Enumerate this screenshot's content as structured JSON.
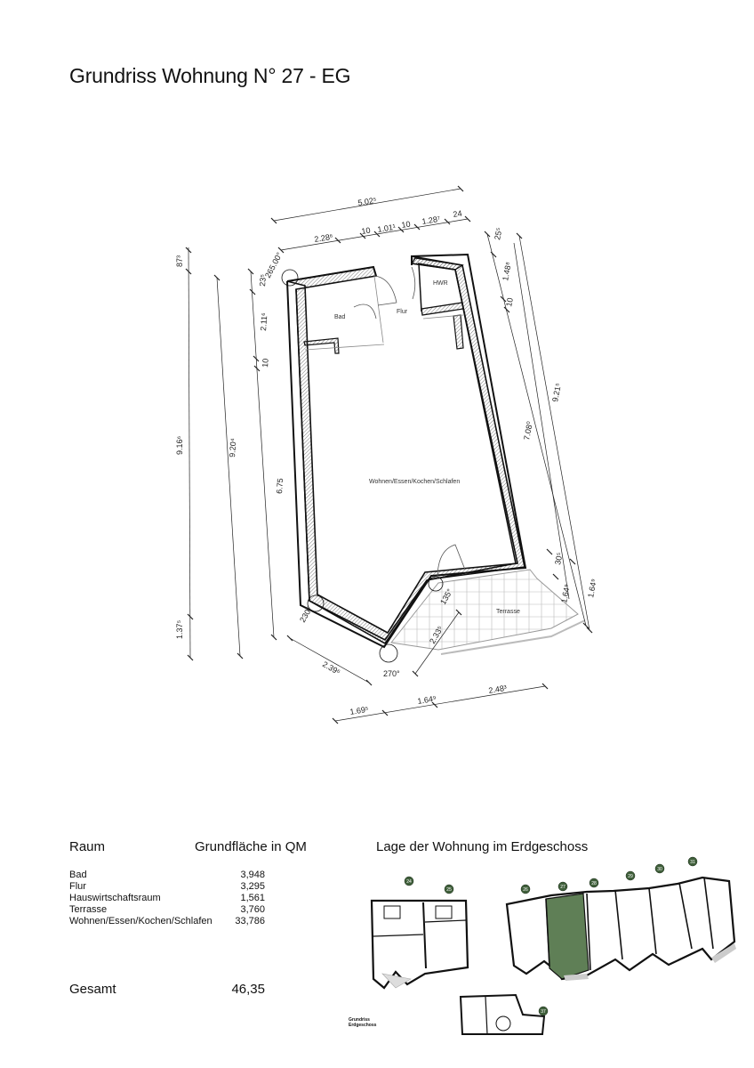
{
  "title": "Grundriss Wohnung N° 27 - EG",
  "plan": {
    "rooms": {
      "bad": "Bad",
      "flur": "Flur",
      "hwr": "HWR",
      "wohnen": "Wohnen/Essen/Kochen/Schlafen",
      "terrasse": "Terrasse"
    },
    "dimensions": {
      "top_total": "5.02⁵",
      "top_a": "2.28⁶",
      "top_b": "10",
      "top_c": "1.01¹",
      "top_d": "10",
      "top_e": "1.28⁷",
      "top_f": "24",
      "angle_top": "265.00°",
      "left_outer_top": "87³",
      "left_outer_main": "9.16⁶",
      "left_outer_bottom": "1.37⁵",
      "left_mid_total": "9.20⁴",
      "left_inner_a": "23⁵",
      "left_inner_b": "2.11⁶",
      "left_inner_c": "10",
      "left_inner_d": "6.75",
      "right_a": "25⁵",
      "right_b": "1.48⁸",
      "right_c": "10",
      "right_d": "7.08⁰",
      "right_e": "30⁵",
      "right_f": "1.64⁹",
      "right_total_top": "9.21⁵",
      "right_total_bottom": "1.64⁹",
      "angle_left": "230°",
      "angle_bottom": "270°",
      "angle_terrace": "135°",
      "diag_terrace": "2.33⁵",
      "diag_left": "2.39⁶",
      "bottom_a": "1.69⁵",
      "bottom_b": "1.64⁹",
      "bottom_c": "2.48³"
    }
  },
  "table": {
    "header_room": "Raum",
    "header_area": "Grundfläche in QM",
    "rows": [
      {
        "name": "Bad",
        "value": "3,948"
      },
      {
        "name": "Flur",
        "value": "3,295"
      },
      {
        "name": "Hauswirtschaftsraum",
        "value": "1,561"
      },
      {
        "name": "Terrasse",
        "value": "3,760"
      },
      {
        "name": "Wohnen/Essen/Kochen/Schlafen",
        "value": "33,786"
      }
    ],
    "total_label": "Gesamt",
    "total_value": "46,35"
  },
  "location": {
    "header": "Lage der Wohnung im Erdgeschoss",
    "caption_line1": "Grundriss",
    "caption_line2": "Erdgeschoss",
    "highlight_color": "#5f7f56",
    "unit_numbers": [
      "24",
      "25",
      "26",
      "27",
      "28",
      "29",
      "30",
      "31",
      "37"
    ]
  },
  "colors": {
    "wall": "#111111",
    "hatch": "#555555",
    "terrace": "#999999",
    "dimension": "#222222",
    "marker": "#3f5f3a"
  }
}
